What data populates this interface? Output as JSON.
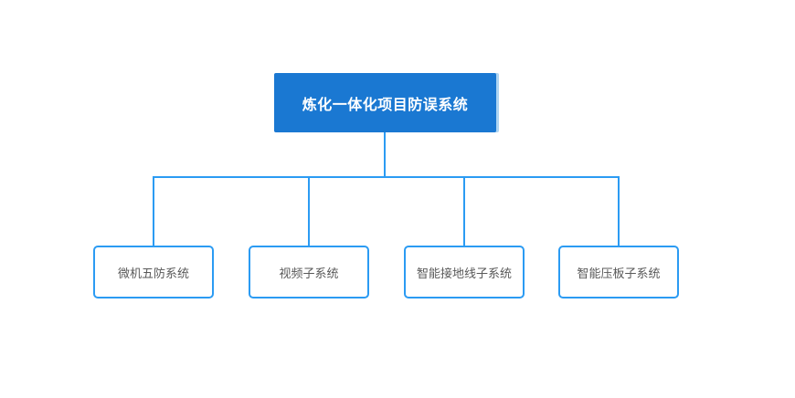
{
  "diagram": {
    "root": {
      "label": "炼化一体化项目防误系统"
    },
    "children": [
      {
        "label": "微机五防系统"
      },
      {
        "label": "视频子系统"
      },
      {
        "label": "智能接地线子系统"
      },
      {
        "label": "智能压板子系统"
      }
    ],
    "colors": {
      "root_fill": "#1a78d2",
      "root_text": "#ffffff",
      "root_shadow": "#aed5f2",
      "line_color": "#2b9bf3",
      "child_border": "#2b9bf3",
      "child_fill": "#ffffff",
      "child_text": "#595959",
      "canvas_bg": "#ffffff"
    }
  }
}
